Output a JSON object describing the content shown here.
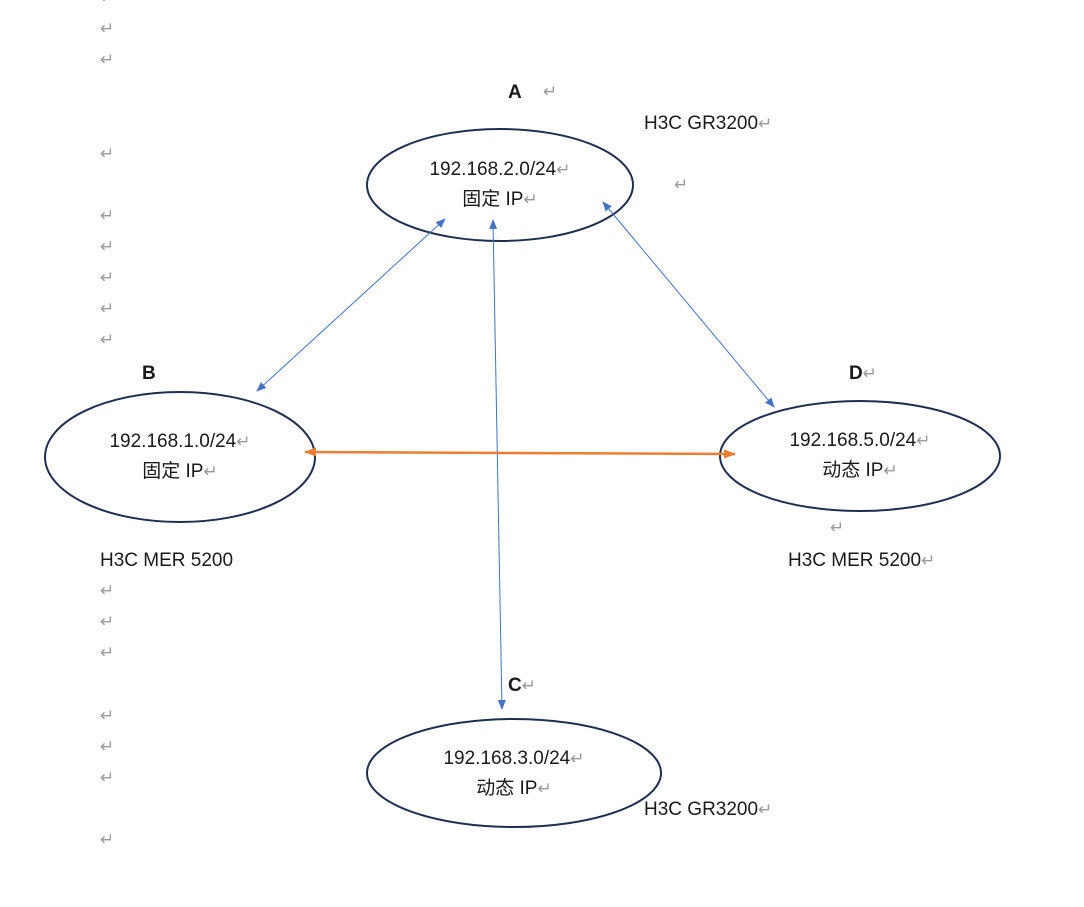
{
  "return_mark": "↵",
  "nodes": {
    "a": {
      "label": "A",
      "subnet": "192.168.2.0/24",
      "ip_type": "固定 IP",
      "device": "H3C GR3200"
    },
    "b": {
      "label": "B",
      "subnet": "192.168.1.0/24",
      "ip_type": "固定 IP",
      "device": "H3C MER 5200"
    },
    "c": {
      "label": "C",
      "subnet": "192.168.3.0/24",
      "ip_type": "动态 IP",
      "device": "H3C GR3200"
    },
    "d": {
      "label": "D",
      "subnet": "192.168.5.0/24",
      "ip_type": "动态 IP",
      "device": "H3C MER 5200"
    }
  },
  "colors": {
    "ellipse": "#1f2f4f",
    "link": "#4472c4",
    "highlight_link": "#ed7d31"
  }
}
